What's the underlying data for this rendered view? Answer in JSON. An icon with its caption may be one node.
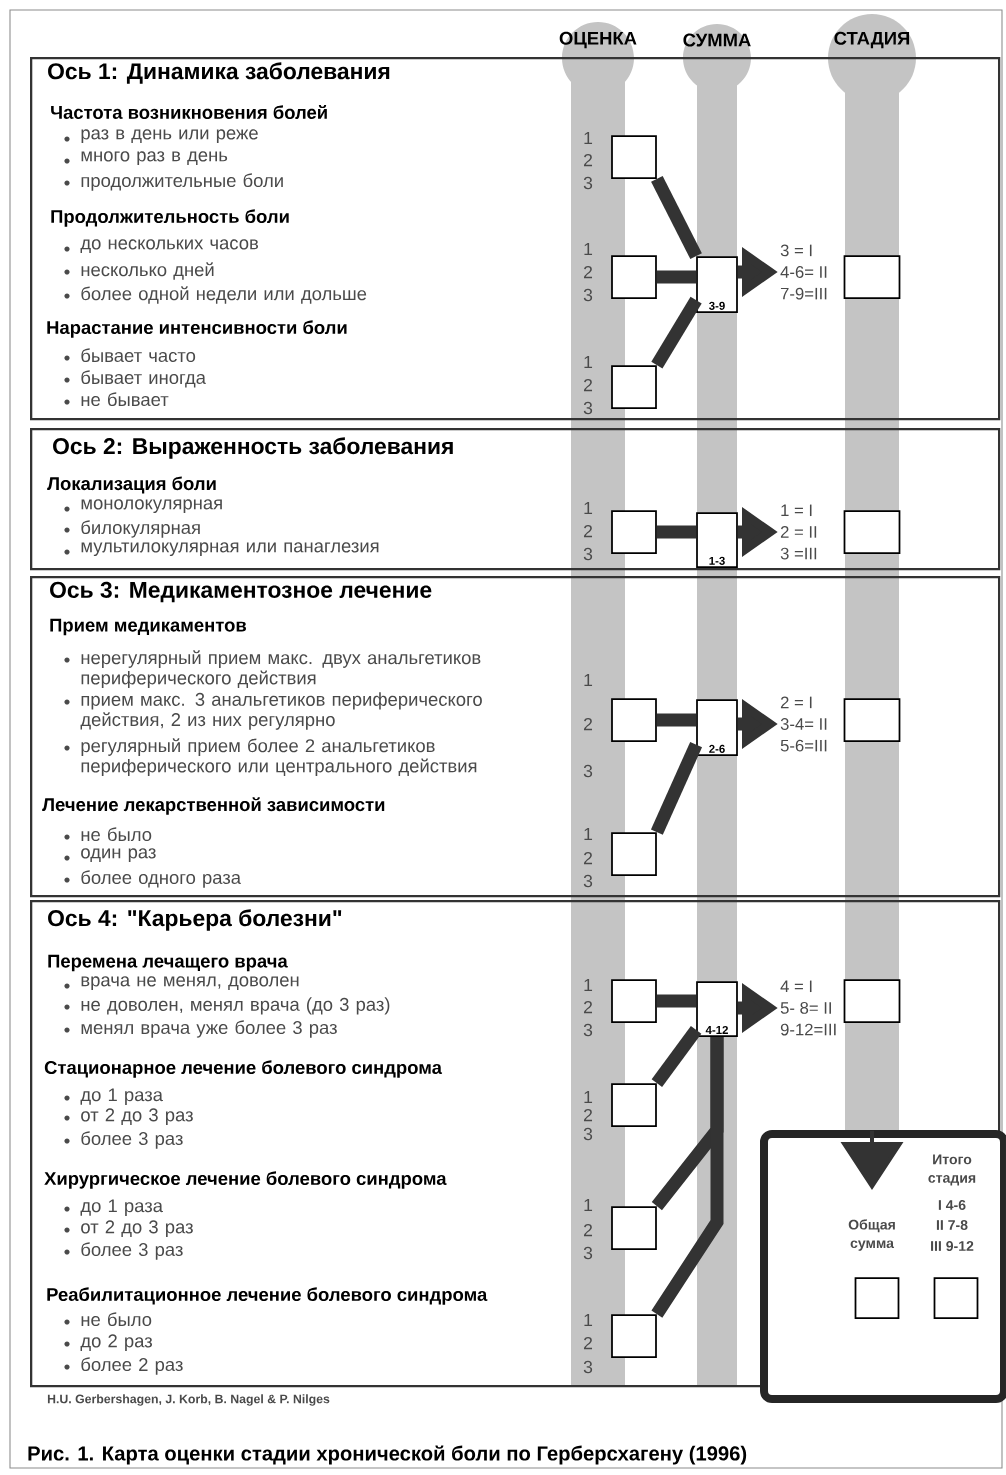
{
  "diagram": {
    "caption": "Рис. 1. Карта оценки стадии хронической боли по Герберсхагену (1996)",
    "nodes": [
      {
        "text": [
          "Ось 1: Динамика заболевания",
          "Частота возникновения болей",
          "раз в день или реже",
          "много раз в день",
          "продолжительные боли",
          "Продолжительность боли",
          "до нескольких часов",
          "несколько дней",
          "более одной недели или дольше",
          "Нарастание интенсивности боли",
          "бывает часто",
          "бывает иногда",
          "не бывает"
        ]
      },
      {
        "text": [],
        "shape": "box",
        "in": 0
      },
      {
        "text": [],
        "shape": "box",
        "in": 0
      },
      {
        "text": [],
        "shape": "box",
        "in": 0
      },
      {
        "text": [
          "3-9"
        ],
        "in": 0
      },
      {
        "text": [
          "3 = I",
          "4-6= II",
          "7-9=III"
        ],
        "in": 0
      },
      {
        "text": [],
        "shape": "box"
      },
      {
        "text": [
          "Ось 2: Выраженность заболевания",
          "Локализация боли",
          "монолокулярная",
          "билокулярная",
          "мультилокулярная или панаглезия"
        ]
      },
      {
        "text": [],
        "shape": "box",
        "in": 7
      },
      {
        "text": [
          "1-3"
        ],
        "in": 7
      },
      {
        "text": [
          "1 = I",
          "2 = II",
          "3 =III"
        ],
        "in": 7
      },
      {
        "text": [],
        "shape": "box"
      },
      {
        "text": [
          "Ось 3: Медикаментозное лечение",
          "Прием медикаментов",
          "нерегулярный прием макс. двух анальгетиков периферического действия",
          "прием макс. 3 анальгетиков периферического действия, 2 из них регулярно",
          "регулярный прием более 2 анальгетиков периферического или центрального действия",
          "Лечение лекарственной зависимости",
          "не было",
          "один раз",
          "более одного раза"
        ]
      },
      {
        "text": [],
        "shape": "box",
        "in": 12
      },
      {
        "text": [],
        "shape": "box",
        "in": 12
      },
      {
        "text": [
          "2-6"
        ],
        "in": 12
      },
      {
        "text": [
          "2 = I",
          "3-4= II",
          "5-6=III"
        ],
        "in": 12
      },
      {
        "text": [],
        "shape": "box"
      },
      {
        "text": [
          "Ось 4: \"Карьера болезни\"",
          "Перемена лечащего врача",
          "врача не менял, доволен",
          "не доволен, менял врача (до 3 раз)",
          "менял врача уже более 3 раз",
          "Стационарное лечение болевого синдрома",
          "до 1 раза",
          "от 2 до 3 раз",
          "более 3 раз",
          "Хирургическое лечение болевого синдрома",
          "до 1 раза",
          "от 2 до 3 раз",
          "более 3 раз",
          "Реабилитационное лечение болевого синдрома",
          "не было",
          "до 2 раз",
          "более 2 раз"
        ]
      },
      {
        "text": [],
        "shape": "box",
        "in": 18
      },
      {
        "text": [],
        "shape": "box",
        "in": 18
      },
      {
        "text": [],
        "shape": "box",
        "in": 18
      },
      {
        "text": [],
        "shape": "box",
        "in": 18
      },
      {
        "text": [
          "4-12"
        ],
        "in": 18
      },
      {
        "text": [
          "4 = I",
          "5- 8= II",
          "9-12=III"
        ],
        "in": 18
      },
      {
        "text": [],
        "shape": "box"
      },
      {
        "text": [
          "СТАДИЯ"
        ]
      },
      {
        "text": [],
        "shape": "box"
      },
      {
        "text": [],
        "shape": "box",
        "in": 27,
        "beside": [
          "Общая сумма"
        ]
      },
      {
        "text": [],
        "shape": "box",
        "in": 27,
        "beside": [
          "Итого стадия",
          "I 4-6",
          "II 7-8",
          "III 9-12"
        ]
      }
    ],
    "edges": [
      {
        "from": 1,
        "to": 4,
        "arrow": "none"
      },
      {
        "from": 2,
        "to": 4,
        "arrow": "none"
      },
      {
        "from": 3,
        "to": 4,
        "arrow": "none"
      },
      {
        "from": 4,
        "to": 5,
        "arrow": "to"
      },
      {
        "from": 8,
        "to": 9,
        "arrow": "none"
      },
      {
        "from": 9,
        "to": 10,
        "arrow": "to"
      },
      {
        "from": 13,
        "to": 15,
        "arrow": "none"
      },
      {
        "from": 14,
        "to": 15,
        "arrow": "none"
      },
      {
        "from": 15,
        "to": 16,
        "arrow": "to"
      },
      {
        "from": 19,
        "to": 23,
        "arrow": "none"
      },
      {
        "from": 20,
        "to": 23,
        "arrow": "none"
      },
      {
        "from": 21,
        "to": 23,
        "arrow": "none"
      },
      {
        "from": 22,
        "to": 23,
        "arrow": "none"
      },
      {
        "from": 23,
        "to": 24,
        "arrow": "to"
      },
      {
        "from": 26,
        "to": null,
        "arrow": "to"
      }
    ],
    "labels": [
      "ОЦЕНКА",
      "СУММА",
      "1",
      "2",
      "3",
      "1",
      "2",
      "3",
      "1",
      "2",
      "3",
      "1",
      "2",
      "3",
      "1",
      "2",
      "3",
      "1",
      "2",
      "3",
      "1",
      "2",
      "3",
      "1",
      "2",
      "3",
      "1",
      "2",
      "3",
      "1",
      "2",
      "3",
      "H.U. Gerbershagen, J. Korb, B. Nagel & P. Nilges"
    ]
  }
}
